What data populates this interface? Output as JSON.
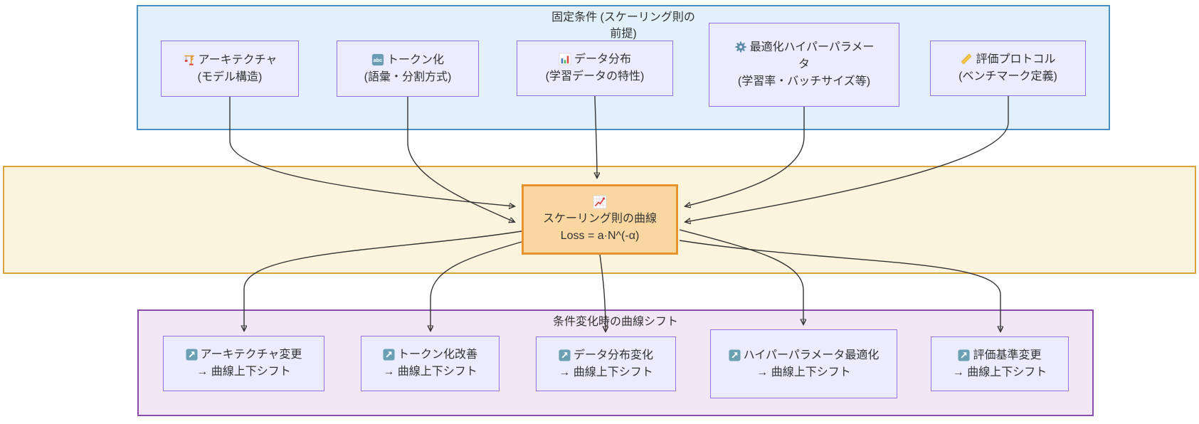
{
  "diagram": {
    "clusters": {
      "fixed": {
        "title": "固定条件 (スケーリング則の前提)"
      },
      "shift": {
        "title": "条件変化時の曲線シフト"
      }
    },
    "center": {
      "icon": "chart-increasing-icon",
      "title": "スケーリング則の曲線",
      "formula": "Loss = a·N^(-α)"
    },
    "top_nodes": [
      {
        "icon": "crane-icon",
        "title": "アーキテクチャ",
        "subtitle": "(モデル構造)"
      },
      {
        "icon": "abc-icon",
        "title": "トークン化",
        "subtitle": "(語彙・分割方式)"
      },
      {
        "icon": "bar-chart-icon",
        "title": "データ分布",
        "subtitle": "(学習データの特性)"
      },
      {
        "icon": "gear-icon",
        "title": "最適化ハイパーパラメータ",
        "subtitle": "(学習率・バッチサイズ等)"
      },
      {
        "icon": "ruler-icon",
        "title": "評価プロトコル",
        "subtitle": "(ベンチマーク定義)"
      }
    ],
    "bottom_nodes": [
      {
        "icon": "up-right-arrow-icon",
        "title": "アーキテクチャ変更",
        "subtitle": "→ 曲線上下シフト"
      },
      {
        "icon": "up-right-arrow-icon",
        "title": "トークン化改善",
        "subtitle": "→ 曲線上下シフト"
      },
      {
        "icon": "up-right-arrow-icon",
        "title": "データ分布変化",
        "subtitle": "→ 曲線上下シフト"
      },
      {
        "icon": "up-right-arrow-icon",
        "title": "ハイパーパラメータ最適化",
        "subtitle": "→ 曲線上下シフト"
      },
      {
        "icon": "up-right-arrow-icon",
        "title": "評価基準変更",
        "subtitle": "→ 曲線上下シフト"
      }
    ],
    "icons": {
      "crane": "🏗️",
      "abc": "🔤",
      "abc_glyph": "abc",
      "bar_chart": "📊",
      "gear": "⚙️",
      "ruler": "📏",
      "chart_increasing": "📈",
      "up_right_arrow": "↗️"
    },
    "colors": {
      "fixed_cluster_fill": "#E2F1F9",
      "fixed_cluster_border": "#4A8EC2",
      "band_fill": "#FCF4DC",
      "band_border": "#D9A43B",
      "center_fill": "#FAD7A0",
      "center_border": "#E8932C",
      "shift_cluster_fill": "#F1E7F6",
      "shift_cluster_border": "#8B4DA8",
      "node_fill": "#ECECFF",
      "node_border": "#9370DB",
      "edge_color": "#333333"
    }
  }
}
